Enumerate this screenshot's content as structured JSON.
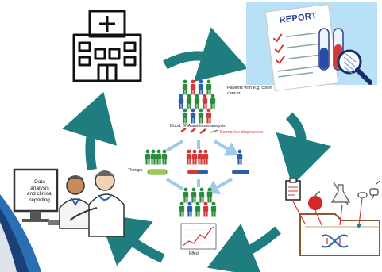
{
  "labels": {
    "patients": "Patients with e.g. colon cancer",
    "blood_analysis": "Blood, DNA and tissue analysis",
    "biomarker": "Biomarker diagnostics",
    "therapy": "Therapy",
    "effect": "Effect",
    "monitor": "Data analysis and clinical reporting",
    "report": "REPORT"
  },
  "colors": {
    "cycle_arrow": "#1f7d80",
    "figure_green": "#2e8b3e",
    "figure_red": "#d23a3a",
    "figure_blue": "#2c5fa8",
    "folder": "#8a5a2c",
    "report_bg": "#b9e1f5",
    "corner_wave": "#1d4f8f"
  },
  "icons": [
    "hospital-icon",
    "report-icon",
    "lab-folder-icon",
    "doctors-icon",
    "patients-icon"
  ]
}
